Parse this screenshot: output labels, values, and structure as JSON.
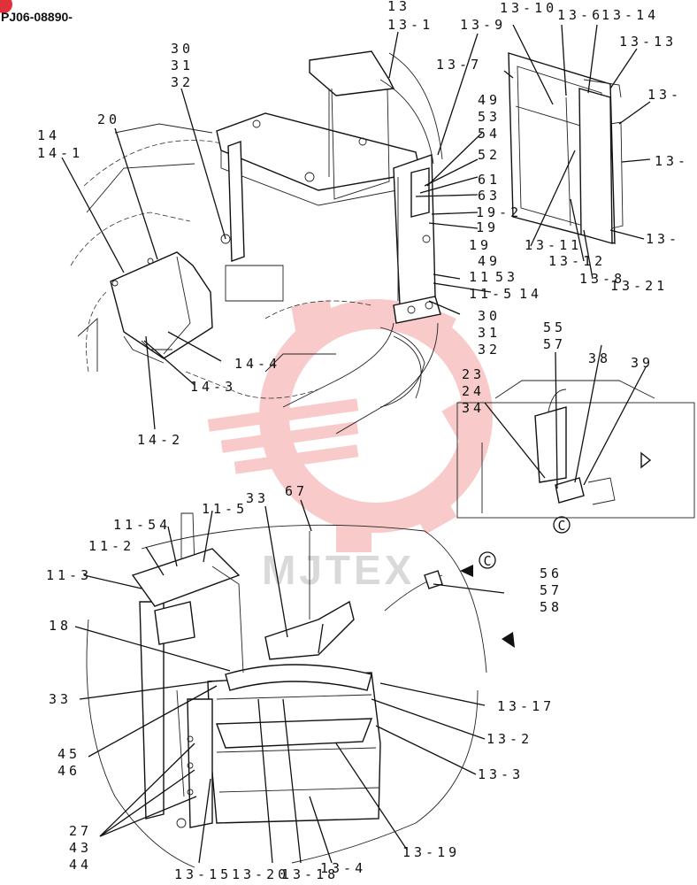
{
  "document": {
    "id": "PJ06-08890-",
    "watermark_text": "MJTEX",
    "detail_callout": "C"
  },
  "colors": {
    "line": "#111111",
    "watermark": "#f08080",
    "badge": "#e0303a"
  },
  "labels": {
    "l13": "13",
    "l13_1": "13-1",
    "l13_9": "13-9",
    "l13_10": "13-10",
    "l13_6": "13-6",
    "l13_14": "13-14",
    "l13_13": "13-13",
    "l13_7": "13-7",
    "l13_r1": "13-",
    "l13_r2": "13-",
    "l13_r3": "13-",
    "l49a": "49",
    "l53a": "53",
    "l54a": "54",
    "l52": "52",
    "l61": "61",
    "l63": "63",
    "l19_2": "19-2",
    "l19a": "19",
    "l19b": "19",
    "l13_11": "13-11",
    "l49b": "49",
    "l13_12": "13-12",
    "l13_8": "13-8",
    "l13_21": "13-21",
    "l11": "11",
    "l53b": "53",
    "l11_5": "11-5",
    "l14": "14",
    "l30a": "30",
    "l31a": "31",
    "l32a": "32",
    "l30b": "30",
    "l31b": "31",
    "l32b": "32",
    "l20": "20",
    "l14a": "14",
    "l14_1": "14-1",
    "l14_4": "14-4",
    "l14_3": "14-3",
    "l14_2": "14-2",
    "l55": "55",
    "l57a": "57",
    "l38": "38",
    "l39": "39",
    "l23": "23",
    "l24": "24",
    "l34": "34",
    "l11_54": "11-54",
    "l11_2": "11-2",
    "l11_5b": "11-5",
    "l33a": "33",
    "l67": "67",
    "l11_3": "11-3",
    "l56": "56",
    "l57b": "57",
    "l58": "58",
    "l18": "18",
    "l33b": "33",
    "l13_17": "13-17",
    "l13_2": "13-2",
    "l45": "45",
    "l46": "46",
    "l13_3": "13-3",
    "l27": "27",
    "l43": "43",
    "l44": "44",
    "l13_19": "13-19",
    "l13_15": "13-15",
    "l13_20": "13-20",
    "l13_18": "13-18",
    "l13_4": "13-4"
  }
}
